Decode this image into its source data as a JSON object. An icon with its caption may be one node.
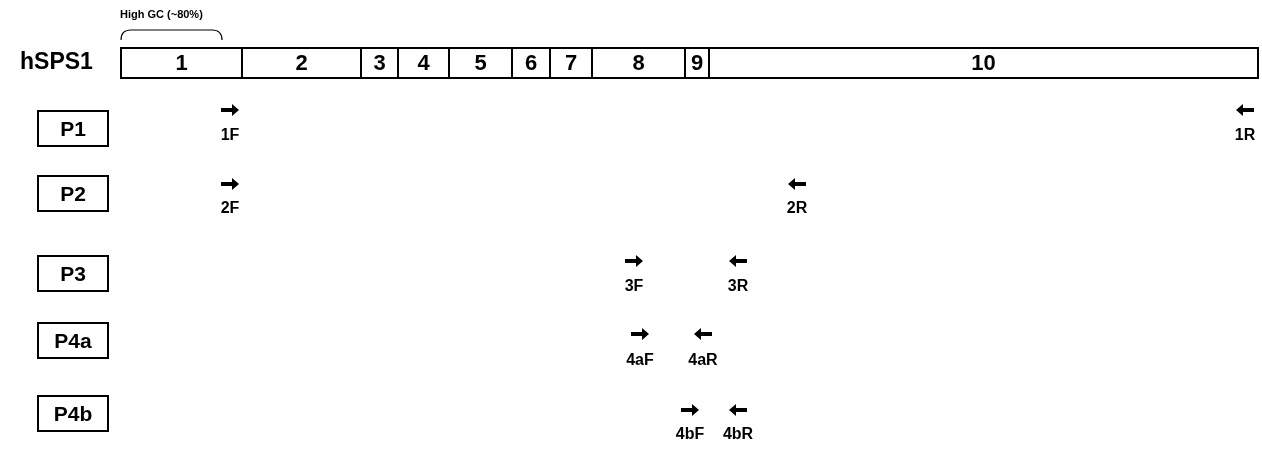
{
  "diagram": {
    "nodes": [
      {
        "text": [
          "1"
        ]
      },
      {
        "text": [
          "2"
        ]
      },
      {
        "text": [
          "3"
        ]
      },
      {
        "text": [
          "4"
        ]
      },
      {
        "text": [
          "5"
        ]
      },
      {
        "text": [
          "6"
        ]
      },
      {
        "text": [
          "7"
        ]
      },
      {
        "text": [
          "8"
        ]
      },
      {
        "text": [
          "9"
        ]
      },
      {
        "text": [
          "10"
        ]
      },
      {
        "text": [
          "P1"
        ]
      },
      {
        "text": [
          "P2"
        ]
      },
      {
        "text": [
          "P3"
        ]
      },
      {
        "text": [
          "P4a"
        ]
      },
      {
        "text": [
          "P4b"
        ]
      }
    ],
    "edges": [],
    "labels": [
      "High GC (~80%)",
      "hSPS1",
      "1F",
      "1R",
      "2F",
      "2R",
      "3F",
      "3R",
      "4aF",
      "4aR",
      "4bF",
      "4bR"
    ]
  }
}
